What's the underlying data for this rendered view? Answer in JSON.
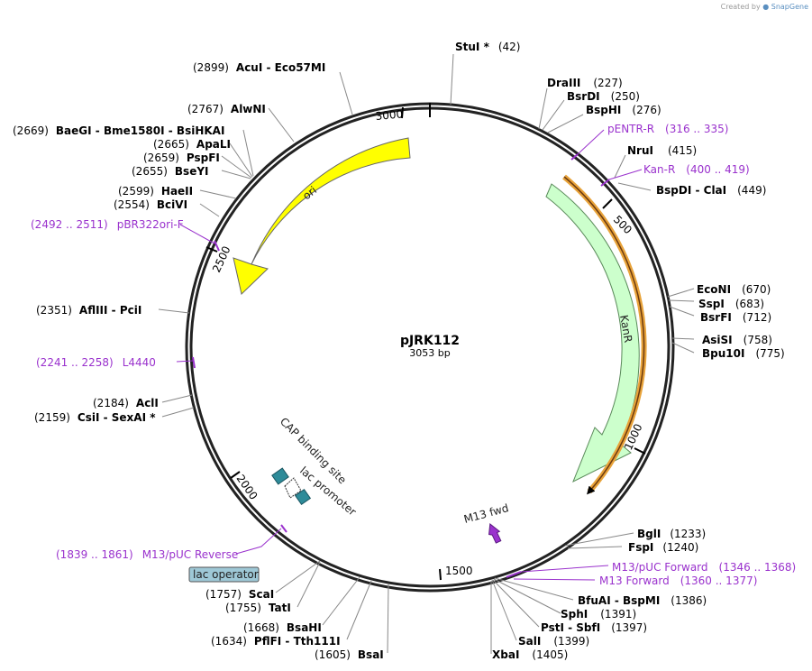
{
  "credit": {
    "prefix": "Created by",
    "brand": "SnapGene"
  },
  "plasmid": {
    "name": "pJRK112",
    "length_label": "3053 bp"
  },
  "tick_marks": [
    "500",
    "1000",
    "1500",
    "2000",
    "2500",
    "3000"
  ],
  "features": [
    {
      "name": "ori",
      "color": "#ffff00"
    },
    {
      "name": "KanR",
      "color": "#ccffcc"
    },
    {
      "name": "CAP binding site",
      "color": "#2e8b99"
    },
    {
      "name": "lac promoter",
      "color": "#ffffff"
    },
    {
      "name": "M13 fwd",
      "color": "#9a32cd"
    },
    {
      "name": "lac operator",
      "color": "#9ec8d6"
    }
  ],
  "right_sites": [
    {
      "name": "StuI *",
      "pos": "(42)"
    },
    {
      "name": "DraIII",
      "pos": "(227)"
    },
    {
      "name": "BsrDI",
      "pos": "(250)"
    },
    {
      "name": "BspHI",
      "pos": "(276)"
    },
    {
      "name": "NruI",
      "pos": "(415)"
    },
    {
      "name": "BspDI - ClaI",
      "pos": "(449)"
    },
    {
      "name": "EcoNI",
      "pos": "(670)"
    },
    {
      "name": "SspI",
      "pos": "(683)"
    },
    {
      "name": "BsrFI",
      "pos": "(712)"
    },
    {
      "name": "AsiSI",
      "pos": "(758)"
    },
    {
      "name": "Bpu10I",
      "pos": "(775)"
    },
    {
      "name": "BglI",
      "pos": "(1233)"
    },
    {
      "name": "FspI",
      "pos": "(1240)"
    },
    {
      "name": "BfuAI - BspMI",
      "pos": "(1386)"
    },
    {
      "name": "SphI",
      "pos": "(1391)"
    },
    {
      "name": "PstI - SbfI",
      "pos": "(1397)"
    },
    {
      "name": "SalI",
      "pos": "(1399)"
    },
    {
      "name": "XbaI",
      "pos": "(1405)"
    }
  ],
  "left_sites": [
    {
      "name": "AcuI - Eco57MI",
      "pos": "(2899)"
    },
    {
      "name": "AlwNI",
      "pos": "(2767)"
    },
    {
      "name": "BaeGI - Bme1580I - BsiHKAI",
      "pos": "(2669)"
    },
    {
      "name": "ApaLI",
      "pos": "(2665)"
    },
    {
      "name": "PspFI",
      "pos": "(2659)"
    },
    {
      "name": "BseYI",
      "pos": "(2655)"
    },
    {
      "name": "HaeII",
      "pos": "(2599)"
    },
    {
      "name": "BciVI",
      "pos": "(2554)"
    },
    {
      "name": "AflIII - PciI",
      "pos": "(2351)"
    },
    {
      "name": "AclI",
      "pos": "(2184)"
    },
    {
      "name": "CsiI - SexAI *",
      "pos": "(2159)"
    },
    {
      "name": "ScaI",
      "pos": "(1757)"
    },
    {
      "name": "TatI",
      "pos": "(1755)"
    },
    {
      "name": "BsaHI",
      "pos": "(1668)"
    },
    {
      "name": "PflFI - Tth111I",
      "pos": "(1634)"
    },
    {
      "name": "BsaI",
      "pos": "(1605)"
    }
  ],
  "primers": [
    {
      "name": "pENTR-R",
      "range": "(316 .. 335)"
    },
    {
      "name": "Kan-R",
      "range": "(400 .. 419)"
    },
    {
      "name": "M13/pUC Forward",
      "range": "(1346 .. 1368)"
    },
    {
      "name": "M13 Forward",
      "range": "(1360 .. 1377)"
    },
    {
      "name": "M13/pUC Reverse",
      "range": "(1839 .. 1861)"
    },
    {
      "name": "L4440",
      "range": "(2241 .. 2258)"
    },
    {
      "name": "pBR322ori-F",
      "range": "(2492 .. 2511)"
    }
  ]
}
